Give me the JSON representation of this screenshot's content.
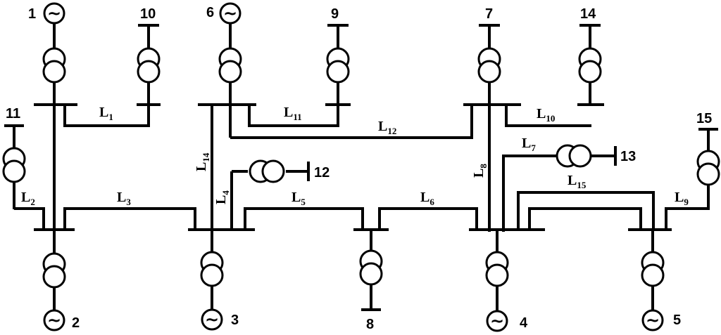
{
  "diagram": {
    "buses": {
      "b1": "1",
      "b2": "2",
      "b3": "3",
      "b4": "4",
      "b5": "5",
      "b6": "6",
      "b7": "7",
      "b8": "8",
      "b9": "9",
      "b10": "10",
      "b11": "11",
      "b12": "12",
      "b13": "13",
      "b14": "14",
      "b15": "15"
    },
    "lines": {
      "L1": {
        "prefix": "L",
        "sub": "1"
      },
      "L2": {
        "prefix": "L",
        "sub": "2"
      },
      "L3": {
        "prefix": "L",
        "sub": "3"
      },
      "L4": {
        "prefix": "L",
        "sub": "4"
      },
      "L5": {
        "prefix": "L",
        "sub": "5"
      },
      "L6": {
        "prefix": "L",
        "sub": "6"
      },
      "L7": {
        "prefix": "L",
        "sub": "7"
      },
      "L8": {
        "prefix": "L",
        "sub": "8"
      },
      "L9": {
        "prefix": "L",
        "sub": "9"
      },
      "L10": {
        "prefix": "L",
        "sub": "10"
      },
      "L11": {
        "prefix": "L",
        "sub": "11"
      },
      "L12": {
        "prefix": "L",
        "sub": "12"
      },
      "L14": {
        "prefix": "L",
        "sub": "14"
      },
      "L15": {
        "prefix": "L",
        "sub": "15"
      }
    },
    "generator_symbol": "~"
  }
}
